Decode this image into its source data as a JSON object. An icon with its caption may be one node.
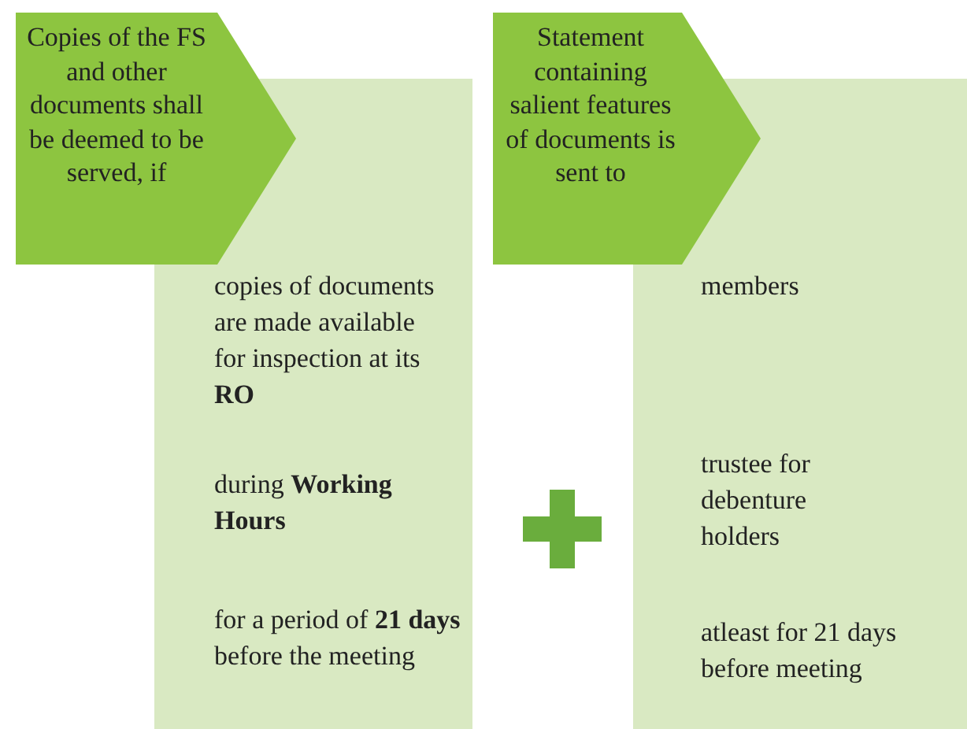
{
  "diagram": {
    "nodes": [
      {
        "text": [
          "Copies of the FS and other documents shall be deemed to be served, if"
        ]
      },
      {
        "text": [
          "copies of documents are made available for inspection at its **RO**",
          "during **Working Hours**",
          "for a period of **21 days** before the meeting"
        ]
      },
      {
        "text": [
          "Statement containing salient features of documents is sent to"
        ]
      },
      {
        "text": [
          "members",
          "trustee for debenture holders",
          "atleast for 21 days before meeting"
        ]
      }
    ]
  }
}
